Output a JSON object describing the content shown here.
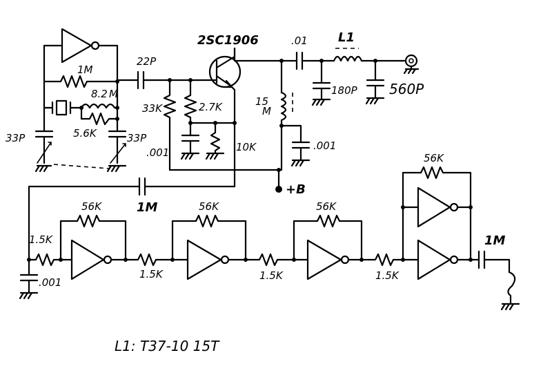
{
  "components": {
    "transistor": "2SC1906",
    "c_input": "22P",
    "r_feedback_osc": "1M",
    "r_82": "8.2",
    "coil_m": "M",
    "r_56_osc": "5.6K",
    "c_33_left": "33P",
    "c_33_right": "33P",
    "r_bias_33k": "33K",
    "r_bias_27k": "2.7K",
    "c_001_emitter": ".001",
    "r_10k": "10K",
    "c_01_out": ".01",
    "inductor_l1": "L1",
    "c_180p": "180P",
    "c_560p": "560P",
    "coil_15": "15",
    "coil_15_unit": "M",
    "c_001_supply": ".001",
    "supply": "+B",
    "c_1m_coupling": "1M",
    "r_56k_1": "56K",
    "r_56k_2": "56K",
    "r_56k_3": "56K",
    "r_56k_4": "56K",
    "r_15k_in": "1.5K",
    "r_15k_2": "1.5K",
    "r_15k_3": "1.5K",
    "r_15k_4": "1.5K",
    "c_001_in": ".001",
    "c_1m_out": "1M"
  },
  "note": "L1: T37-10  15T"
}
